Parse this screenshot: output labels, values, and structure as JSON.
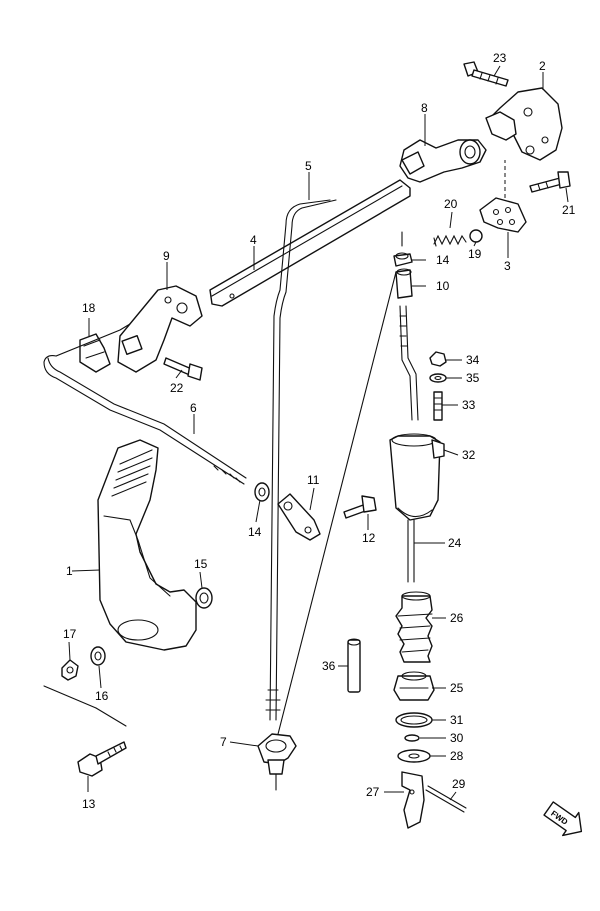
{
  "diagram": {
    "callouts": {
      "n1": "1",
      "n2": "2",
      "n3": "3",
      "n4": "4",
      "n5": "5",
      "n6": "6",
      "n7": "7",
      "n8": "8",
      "n9": "9",
      "n10": "10",
      "n11": "11",
      "n12": "12",
      "n13": "13",
      "n14a": "14",
      "n14b": "14",
      "n15": "15",
      "n16": "16",
      "n17": "17",
      "n18": "18",
      "n19": "19",
      "n20": "20",
      "n21": "21",
      "n22": "22",
      "n23": "23",
      "n24": "24",
      "n25": "25",
      "n26": "26",
      "n27": "27",
      "n28": "28",
      "n29": "29",
      "n30": "30",
      "n31": "31",
      "n32": "32",
      "n33": "33",
      "n34": "34",
      "n35": "35",
      "n36": "36"
    },
    "fwd_label": "FWD"
  }
}
